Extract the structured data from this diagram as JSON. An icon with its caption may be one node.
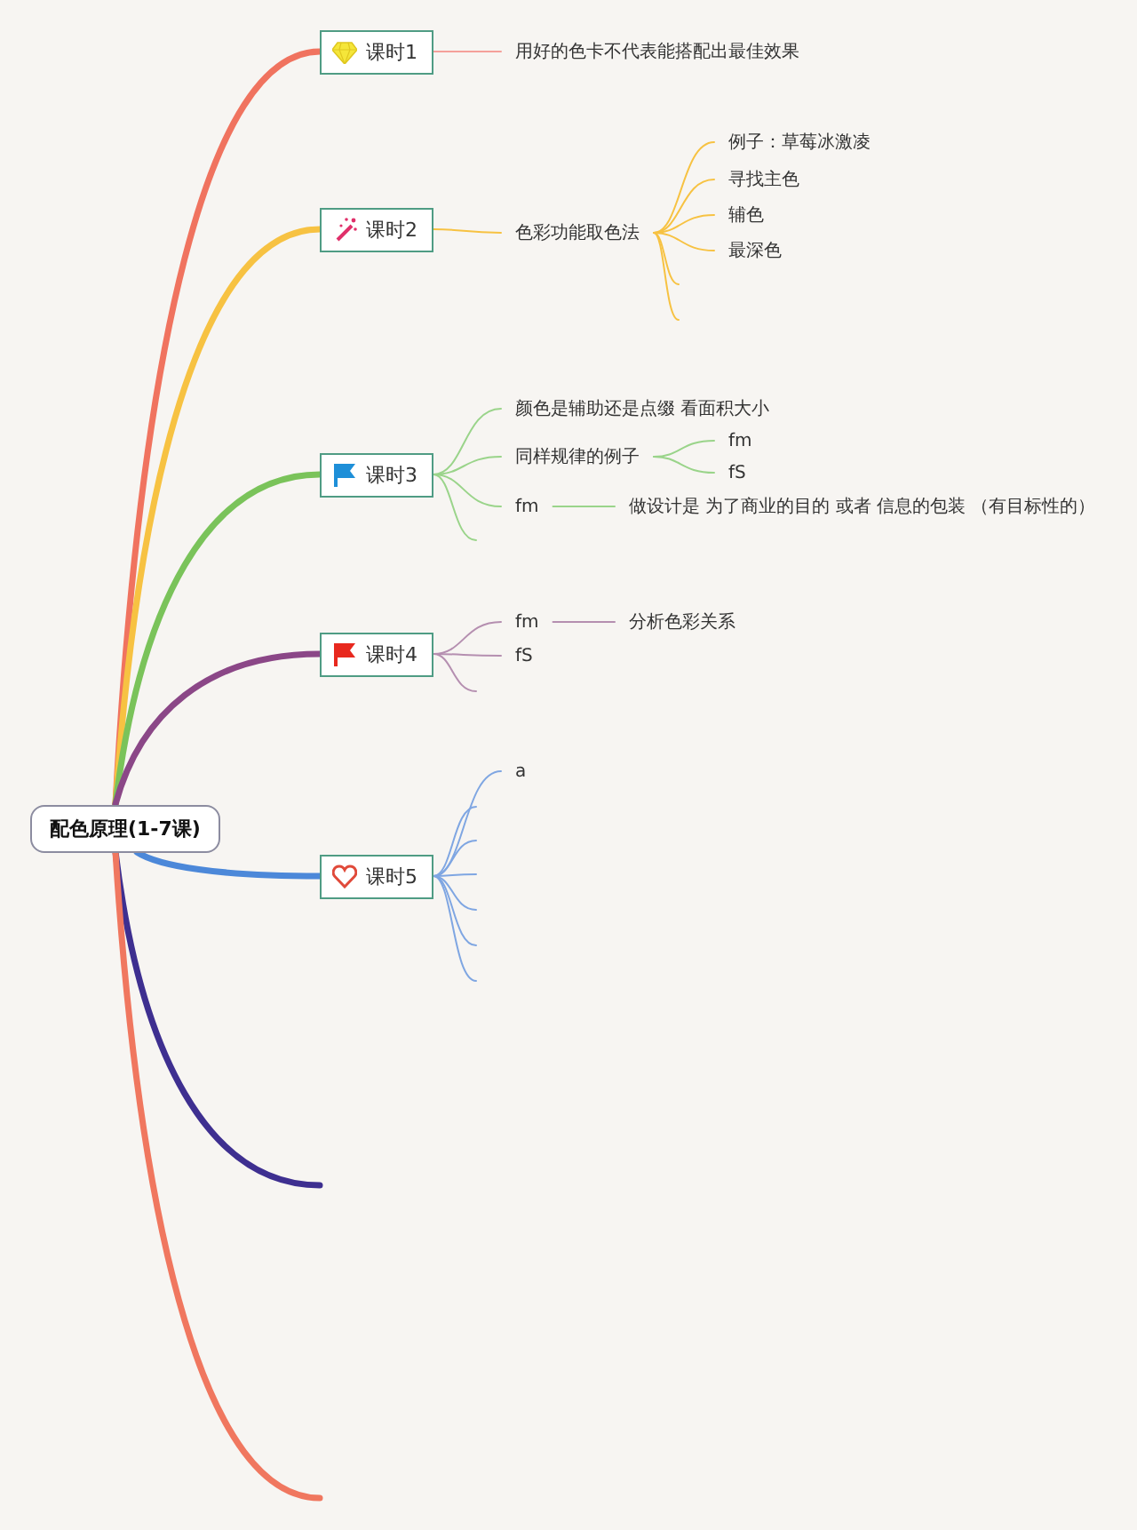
{
  "diagram": {
    "nodes": [
      {
        "text": [
          "配色原理(1-7课)"
        ]
      },
      {
        "text": [
          "课时1"
        ]
      },
      {
        "text": [
          "用好的色卡不代表能搭配出最佳效果"
        ]
      },
      {
        "text": [
          "课时2"
        ]
      },
      {
        "text": [
          "色彩功能取色法"
        ]
      },
      {
        "text": [
          "例子：草莓冰激凌"
        ]
      },
      {
        "text": [
          "寻找主色"
        ]
      },
      {
        "text": [
          "辅色"
        ]
      },
      {
        "text": [
          "最深色"
        ]
      },
      {
        "text": [
          "课时3"
        ]
      },
      {
        "text": [
          "颜色是辅助还是点缀 看面积大小"
        ]
      },
      {
        "text": [
          "同样规律的例子"
        ]
      },
      {
        "text": [
          "fm"
        ]
      },
      {
        "text": [
          "fS"
        ]
      },
      {
        "text": [
          "fm"
        ]
      },
      {
        "text": [
          "做设计是 为了商业的目的 或者 信息的包装 （有目标性的）"
        ]
      },
      {
        "text": [
          "课时4"
        ]
      },
      {
        "text": [
          "fm"
        ]
      },
      {
        "text": [
          "分析色彩关系"
        ]
      },
      {
        "text": [
          "fS"
        ]
      },
      {
        "text": [
          "课时5"
        ]
      },
      {
        "text": [
          "a"
        ]
      }
    ],
    "edges": [
      {
        "from": 0,
        "to": 1,
        "arrow": "none",
        "style": "thick",
        "color": "#f0735f"
      },
      {
        "from": 1,
        "to": 2,
        "arrow": "none",
        "color": "#f4a09a"
      },
      {
        "from": 0,
        "to": 3,
        "arrow": "none",
        "style": "thick",
        "color": "#f7c242"
      },
      {
        "from": 3,
        "to": 4,
        "arrow": "none",
        "color": "#f7c242"
      },
      {
        "from": 4,
        "to": 5,
        "arrow": "none",
        "color": "#f7c242"
      },
      {
        "from": 4,
        "to": 6,
        "arrow": "none",
        "color": "#f7c242"
      },
      {
        "from": 4,
        "to": 7,
        "arrow": "none",
        "color": "#f7c242"
      },
      {
        "from": 4,
        "to": 8,
        "arrow": "none",
        "color": "#f7c242"
      },
      {
        "from": 4,
        "to": null,
        "arrow": "none",
        "color": "#f7c242"
      },
      {
        "from": 4,
        "to": null,
        "arrow": "none",
        "color": "#f7c242"
      },
      {
        "from": 0,
        "to": 9,
        "arrow": "none",
        "style": "thick",
        "color": "#7ac35a"
      },
      {
        "from": 9,
        "to": 10,
        "arrow": "none",
        "color": "#9ad48a"
      },
      {
        "from": 9,
        "to": 11,
        "arrow": "none",
        "color": "#9ad48a"
      },
      {
        "from": 11,
        "to": 12,
        "arrow": "none",
        "color": "#9ad48a"
      },
      {
        "from": 11,
        "to": 13,
        "arrow": "none",
        "color": "#9ad48a"
      },
      {
        "from": 9,
        "to": 14,
        "arrow": "none",
        "color": "#9ad48a"
      },
      {
        "from": 14,
        "to": 15,
        "arrow": "none",
        "color": "#9ad48a"
      },
      {
        "from": 9,
        "to": null,
        "arrow": "none",
        "color": "#9ad48a"
      },
      {
        "from": 0,
        "to": 16,
        "arrow": "none",
        "style": "thick",
        "color": "#8b4787"
      },
      {
        "from": 16,
        "to": 17,
        "arrow": "none",
        "color": "#b58fb0"
      },
      {
        "from": 17,
        "to": 18,
        "arrow": "none",
        "color": "#b58fb0"
      },
      {
        "from": 16,
        "to": 19,
        "arrow": "none",
        "color": "#b58fb0"
      },
      {
        "from": 16,
        "to": null,
        "arrow": "none",
        "color": "#b58fb0"
      },
      {
        "from": 0,
        "to": 20,
        "arrow": "none",
        "style": "thick",
        "color": "#4c88d9"
      },
      {
        "from": 20,
        "to": 21,
        "arrow": "none",
        "color": "#7fa6e2"
      },
      {
        "from": 20,
        "to": null,
        "arrow": "none",
        "color": "#7fa6e2"
      },
      {
        "from": 20,
        "to": null,
        "arrow": "none",
        "color": "#7fa6e2"
      },
      {
        "from": 20,
        "to": null,
        "arrow": "none",
        "color": "#7fa6e2"
      },
      {
        "from": 20,
        "to": null,
        "arrow": "none",
        "color": "#7fa6e2"
      },
      {
        "from": 20,
        "to": null,
        "arrow": "none",
        "color": "#7fa6e2"
      },
      {
        "from": 20,
        "to": null,
        "arrow": "none",
        "color": "#7fa6e2"
      },
      {
        "from": 0,
        "to": null,
        "arrow": "none",
        "style": "thick",
        "color": "#3e2f90"
      },
      {
        "from": 0,
        "to": null,
        "arrow": "none",
        "style": "thick",
        "color": "#f0775f"
      }
    ]
  }
}
